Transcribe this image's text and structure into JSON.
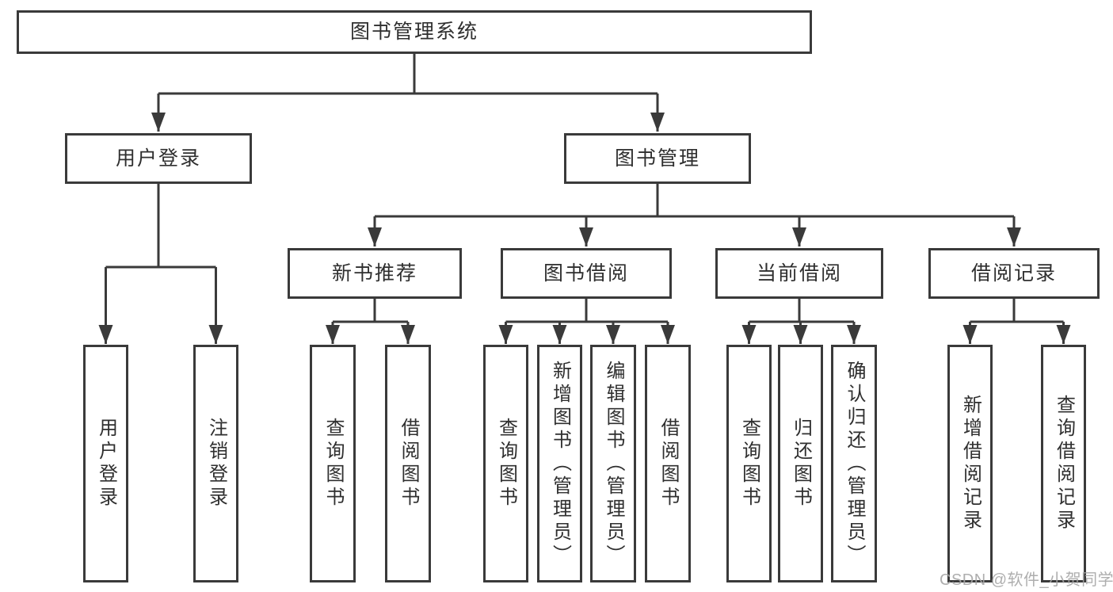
{
  "colors": {
    "line": "#3a3a3a",
    "box_border": "#3a3a3a",
    "box_fill": "#ffffff",
    "text": "#2f2f2f",
    "watermark": "#a5a5a5",
    "background": "#ffffff"
  },
  "watermark": {
    "text": "CSDN @软件_小贺同学"
  },
  "tree": {
    "label": "图书管理系统",
    "children": [
      {
        "label": "用户登录",
        "children": [
          {
            "label": "用户登录"
          },
          {
            "label": "注销登录"
          }
        ]
      },
      {
        "label": "图书管理",
        "children": [
          {
            "label": "新书推荐",
            "children": [
              {
                "label": "查询图书"
              },
              {
                "label": "借阅图书"
              }
            ]
          },
          {
            "label": "图书借阅",
            "children": [
              {
                "label": "查询图书"
              },
              {
                "label": "新增图书（管理员）"
              },
              {
                "label": "编辑图书（管理员）"
              },
              {
                "label": "借阅图书"
              }
            ]
          },
          {
            "label": "当前借阅",
            "children": [
              {
                "label": "查询图书"
              },
              {
                "label": "归还图书"
              },
              {
                "label": "确认归还（管理员）"
              }
            ]
          },
          {
            "label": "借阅记录",
            "children": [
              {
                "label": "新增借阅记录"
              },
              {
                "label": "查询借阅记录"
              }
            ]
          }
        ]
      }
    ]
  }
}
